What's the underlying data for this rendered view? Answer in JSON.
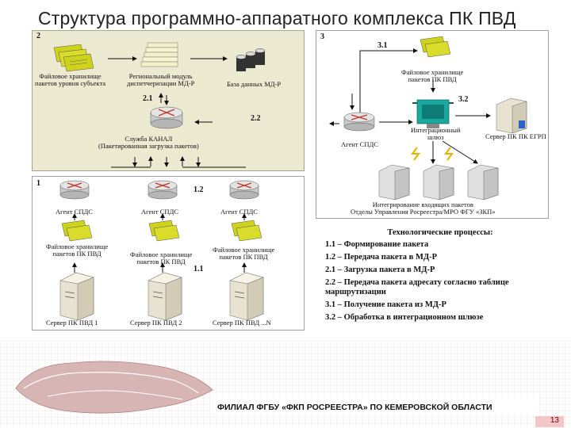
{
  "title": "Структура программно-аппаратного комплекса ПК ПВД",
  "panel2": {
    "number": "2",
    "file_store_label": "Файловое хранилище\nпакетов уровня субъекта",
    "region_module_label": "Региональный модуль\nдиспетчеризации МД-Р",
    "db_label": "База данных МД-Р",
    "step_2_1": "2.1",
    "step_2_2": "2.2",
    "kanal_label": "Служба КАНАЛ\n(Пакетированная загрузка пакетов)"
  },
  "panel1": {
    "number": "1",
    "step_1_2": "1.2",
    "step_1_1": "1.1",
    "agents": [
      "Агент СПДС",
      "Агент СПДС",
      "Агент СПДС"
    ],
    "stores": [
      "Файловое хранилище\nпакетов ПК ПВД",
      "Файловое хранилище\nпакетов ПК ПВД",
      "Файловое хранилище\nпакетов ПК ПВД"
    ],
    "servers": [
      "Сервер ПК ПВД 1",
      "Сервер ПК ПВД 2",
      "Сервер ПК ПВД ...N"
    ]
  },
  "panel3": {
    "number": "3",
    "step_3_1": "3.1",
    "step_3_2": "3.2",
    "store_label": "Файловое хранилище\nпакетов ПК ПВД",
    "agent_label": "Агент СПДС",
    "gateway_label": "Интеграционный\nшлюз",
    "server_label": "Сервер ПК ПК ЕГРП",
    "integration_label": "Интегрирование входящих пакетов\nОтделы Управления Росреестра/МРО ФГУ «ЗКП»"
  },
  "legend": {
    "heading": "Технологические процессы:",
    "items": [
      "1.1 – Формирование пакета",
      "1.2 – Передача пакета в МД-Р",
      "2.1 – Загрузка пакета в МД-Р",
      "2.2 – Передача пакета адресату согласно таблице маршрутизации",
      "3.1 – Получение пакета из МД-Р",
      "3.2 – Обработка в интеграционном шлюзе"
    ]
  },
  "footer": "ФИЛИАЛ ФГБУ «ФКП РОСРЕЕСТРА» ПО КЕМЕРОВСКОЙ ОБЛАСТИ",
  "page_number": "13",
  "colors": {
    "panel2_bg": "#ece9d1",
    "router_x": "#c0392b",
    "docs": "#cfd21a",
    "gateway": "#1aa8a0",
    "footer_band": "#f3c7c7"
  }
}
